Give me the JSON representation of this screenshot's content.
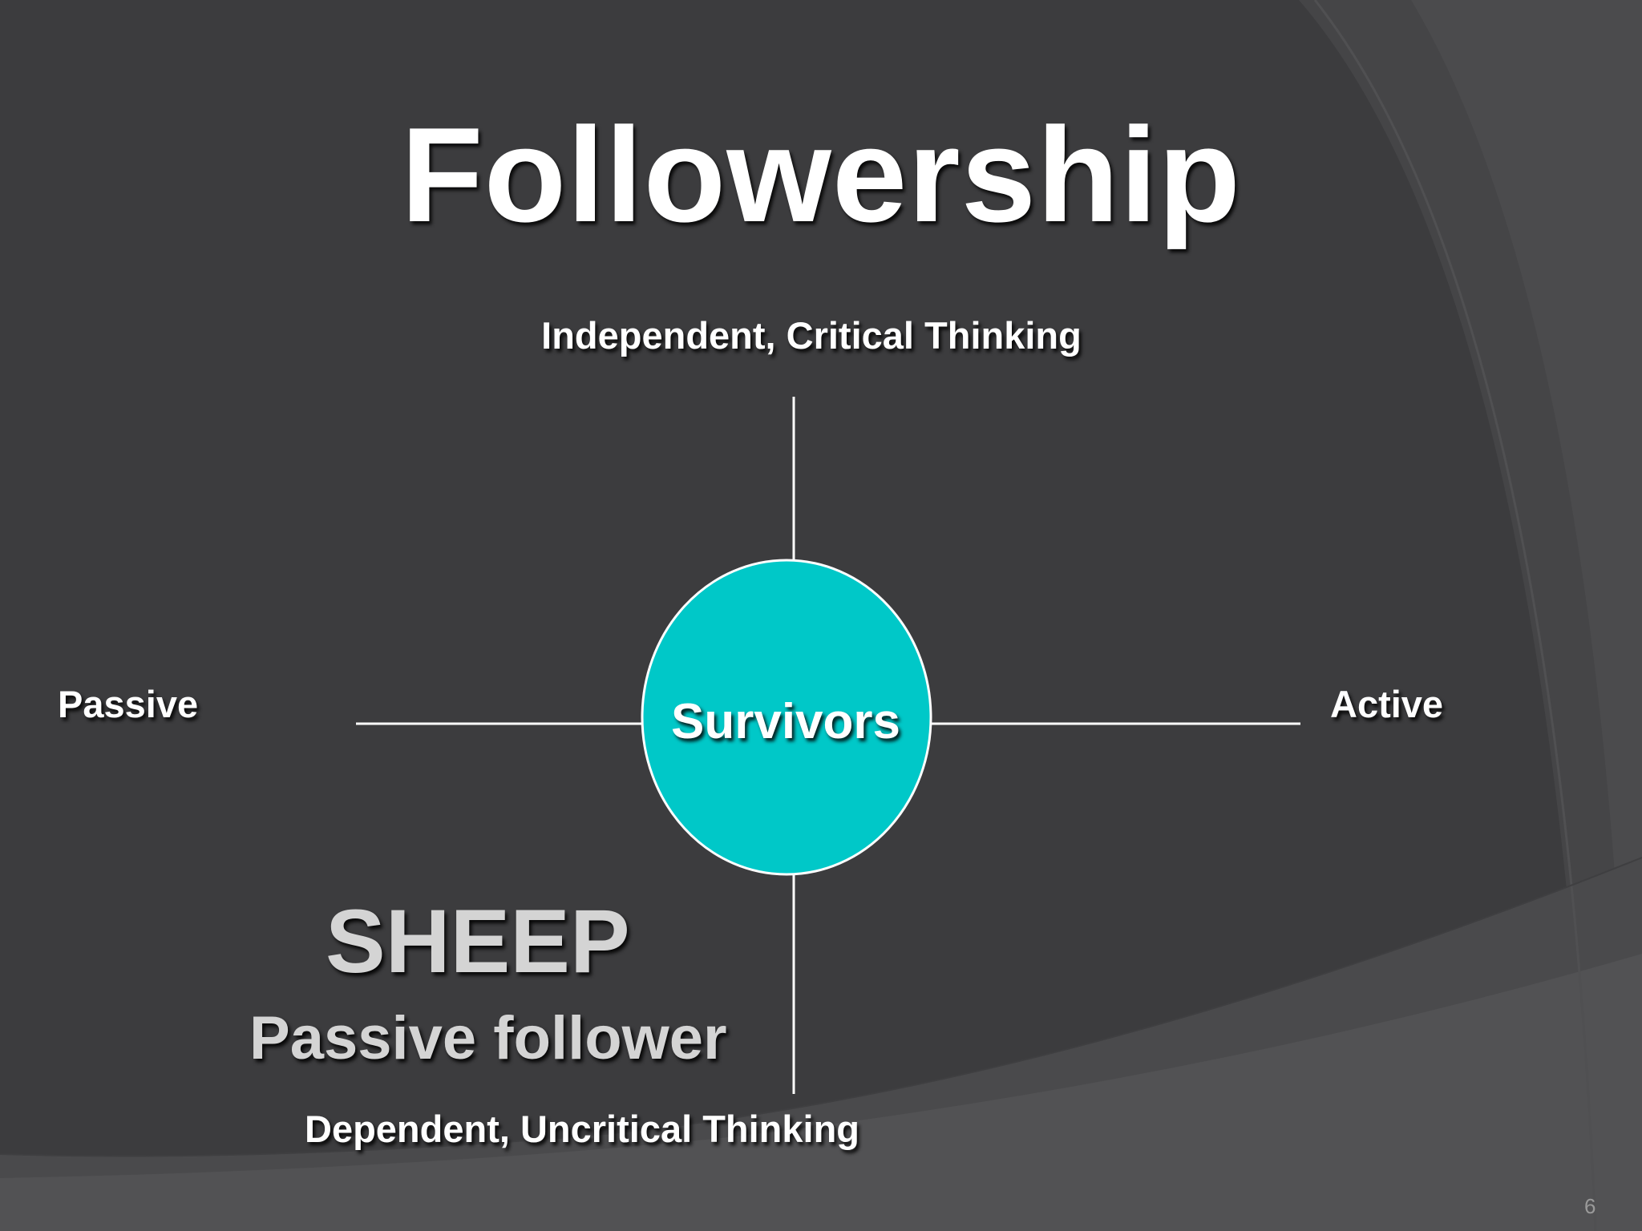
{
  "slide": {
    "title": "Followership",
    "page_number": "6"
  },
  "diagram": {
    "axis_top_label": "Independent, Critical Thinking",
    "axis_bottom_label": "Dependent, Uncritical Thinking",
    "axis_left_label": "Passive",
    "axis_right_label": "Active",
    "center_label": "Survivors",
    "quadrant_label": "SHEEP",
    "quadrant_sublabel": "Passive follower"
  },
  "colors": {
    "background": "#3c3c3e",
    "circle_fill": "#00c8c8",
    "text": "#ffffff",
    "quadrant_text": "#d4d4d4"
  }
}
